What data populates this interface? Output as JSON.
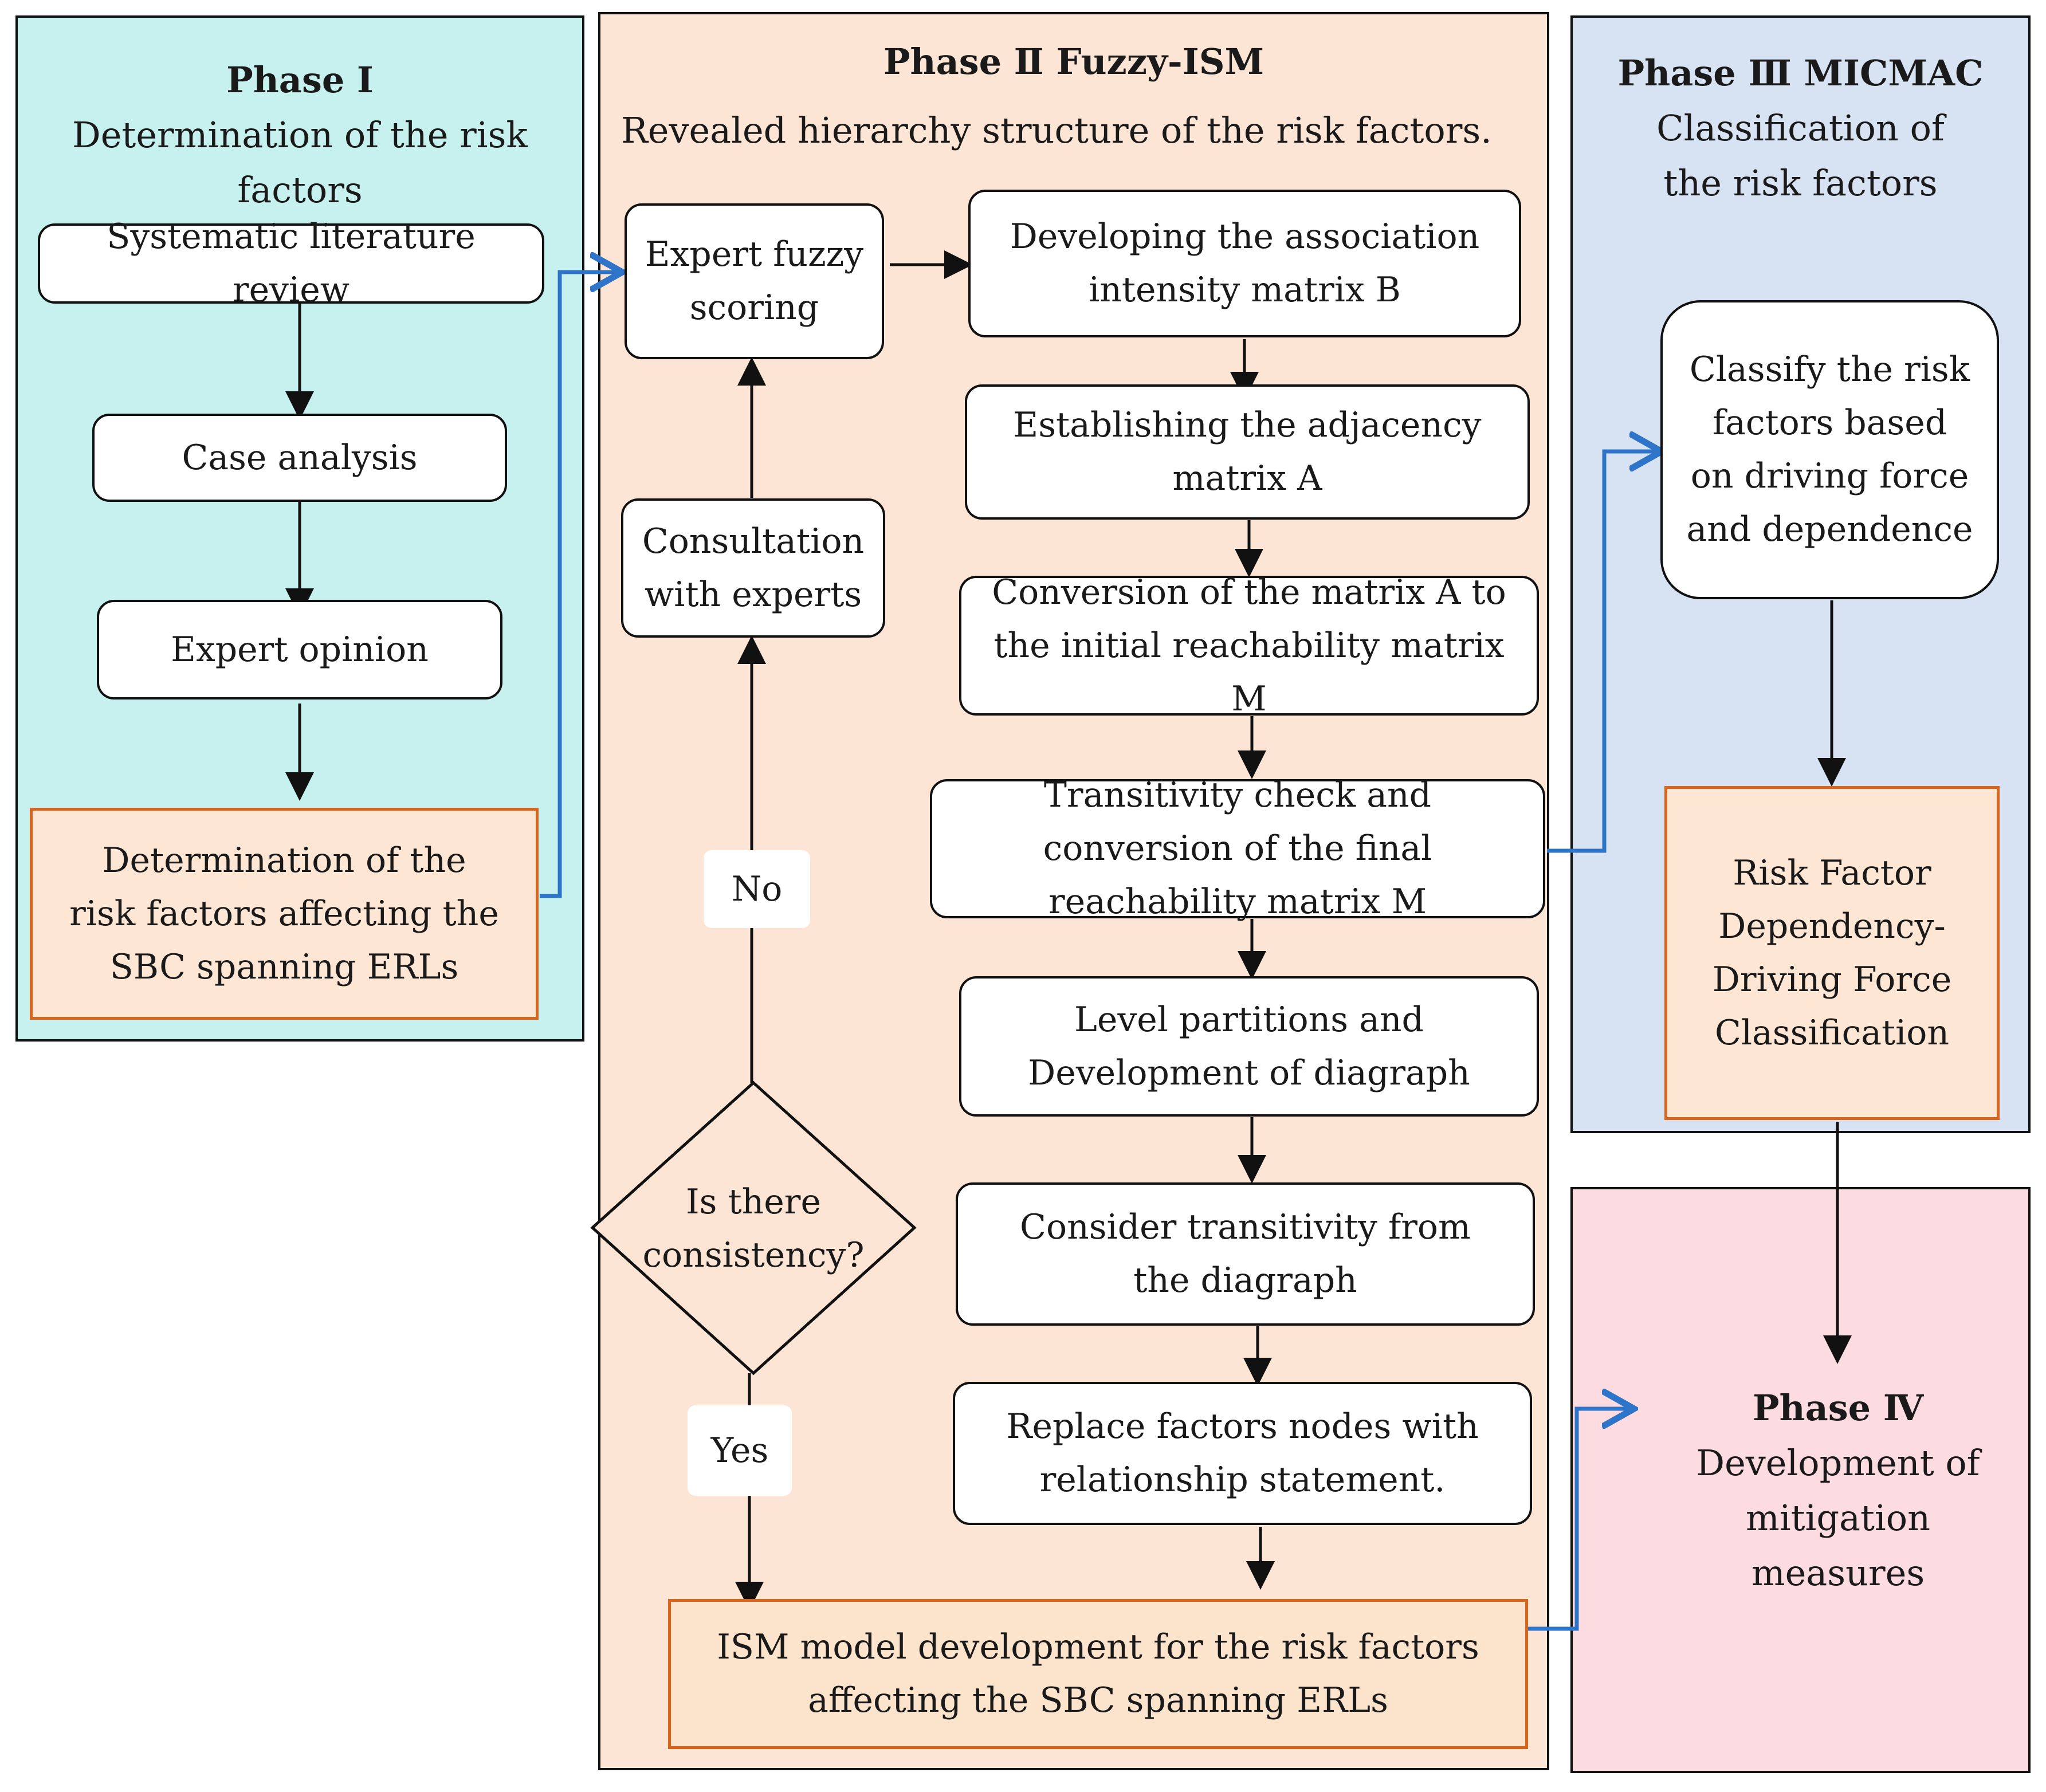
{
  "colors": {
    "phase1_bg": "#c6f1ee",
    "phase2_bg": "#fce5d4",
    "phase3_bg": "#d7e3f3",
    "phase4_bg": "#fcdbe1",
    "highlight_border": "#d9641c",
    "flow_arrow": "#2e75c9",
    "black_arrow": "#111111"
  },
  "phase1": {
    "title": "Phase Ⅰ",
    "subtitle": "Determination of the risk factors",
    "steps": [
      "Systematic literature review",
      "Case analysis",
      "Expert opinion"
    ],
    "result": "Determination of the risk factors affecting the SBC spanning ERLs"
  },
  "phase2": {
    "title": "Phase Ⅱ Fuzzy-ISM",
    "subtitle": "Revealed hierarchy structure of the risk factors.",
    "scoring": "Expert fuzzy scoring",
    "consultation": "Consultation with experts",
    "decision": "Is there consistency?",
    "no_label": "No",
    "yes_label": "Yes",
    "steps": [
      "Developing the association intensity matrix B",
      "Establishing the adjacency matrix A",
      "Conversion of the matrix A to the initial reachability matrix M",
      "Transitivity check and conversion of the final reachability matrix M",
      "Level partitions and Development of diagraph",
      "Consider transitivity from the diagraph",
      "Replace factors nodes with relationship statement."
    ],
    "result": "ISM model development for the risk factors affecting the SBC spanning ERLs"
  },
  "phase3": {
    "title": "Phase Ⅲ MICMAC",
    "subtitle": "Classification of the risk factors",
    "step": "Classify the risk factors based on driving force and dependence",
    "result": "Risk Factor Dependency-Driving Force Classification"
  },
  "phase4": {
    "title": "Phase Ⅳ",
    "subtitle": "Development of mitigation measures"
  }
}
